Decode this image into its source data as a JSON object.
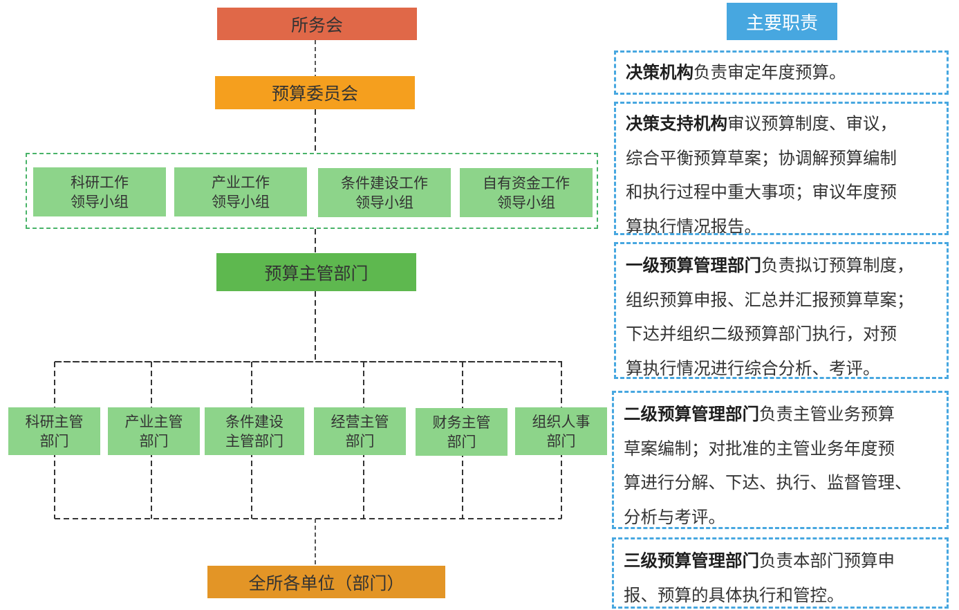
{
  "org": {
    "top": "所务会",
    "committee": "预算委员会",
    "groups": [
      [
        "科研工作",
        "领导小组"
      ],
      [
        "产业工作",
        "领导小组"
      ],
      [
        "条件建设工作",
        "领导小组"
      ],
      [
        "自有资金工作",
        "领导小组"
      ]
    ],
    "main_dept": "预算主管部门",
    "sub_depts": [
      [
        "科研主管",
        "部门"
      ],
      [
        "产业主管",
        "部门"
      ],
      [
        "条件建设",
        "主管部门"
      ],
      [
        "经营主管",
        "部门"
      ],
      [
        "财务主管",
        "部门"
      ],
      [
        "组织人事",
        "部门"
      ]
    ],
    "all_units": "全所各单位（部门）"
  },
  "responsibilities": {
    "title": "主要职责",
    "items": [
      {
        "bold": "决策机构",
        "text": "负责审定年度预算。"
      },
      {
        "bold": "决策支持机构",
        "text": "审议预算制度、审议，\n综合平衡预算草案；协调解预算编制\n和执行过程中重大事项；审议年度预\n算执行情况报告。"
      },
      {
        "bold": "一级预算管理部门",
        "text": "负责拟订预算制度，\n组织预算申报、汇总并汇报预算草案；\n下达并组织二级预算部门执行，对预\n算执行情况进行综合分析、考评。"
      },
      {
        "bold": "二级预算管理部门",
        "text": "负责主管业务预算\n草案编制；对批准的主管业务年度预\n算进行分解、下达、执行、监督管理、\n分析与考评。"
      },
      {
        "bold": "三级预算管理部门",
        "text": "负责本部门预算申\n报、预算的具体执行和管控。"
      }
    ]
  },
  "colors": {
    "top": "#e06848",
    "committee": "#f59f1e",
    "main_dept": "#5eb84f",
    "green_box": "#8dd48a",
    "all_units": "#e39526",
    "accent_blue": "#47a7e0"
  }
}
